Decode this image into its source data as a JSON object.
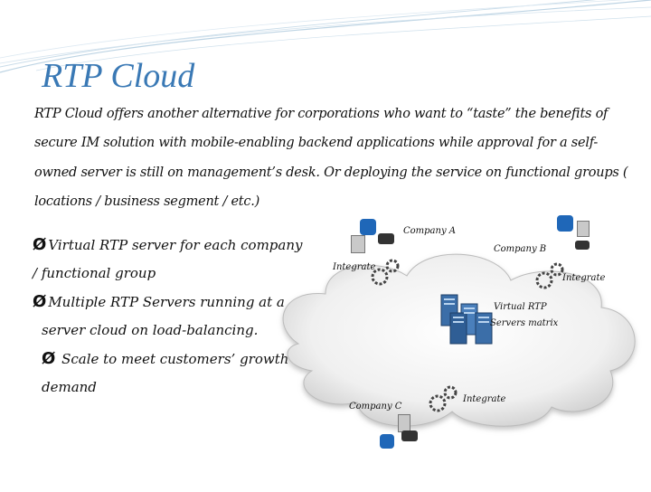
{
  "title": "RTP Cloud",
  "paragraph": [
    "RTP Cloud offers another alternative for corporations who want to “taste” the benefits of",
    "secure IM solution with mobile-enabling backend applications while approval for a self-",
    "owned server is still on management’s desk. Or deploying the service on functional groups (",
    "locations / business segment / etc.)"
  ],
  "bullets": [
    {
      "marker": "Ø",
      "lines": [
        "Virtual RTP server for each company",
        "/ functional group"
      ]
    },
    {
      "marker": "Ø",
      "lines": [
        "Multiple RTP Servers running at a",
        "server cloud on load-balancing."
      ]
    },
    {
      "marker": "Ø",
      "lines": [
        " Scale to meet customers’ growth",
        "demand"
      ]
    }
  ],
  "diagram": {
    "company_a": "Company A",
    "company_b": "Company B",
    "company_c": "Company C",
    "integrate_left": "Integrate",
    "integrate_right": "Integrate",
    "integrate_bottom": "Integrate",
    "servers_line1": "Virtual RTP",
    "servers_line2": "Servers matrix"
  },
  "colors": {
    "title": "#3a79b5",
    "decoration": "#bcd3e3",
    "cloud": "#e2e2e2"
  },
  "icons": [
    "server-icon",
    "gear-icon",
    "chat-app-icon",
    "server-rack-icon"
  ]
}
